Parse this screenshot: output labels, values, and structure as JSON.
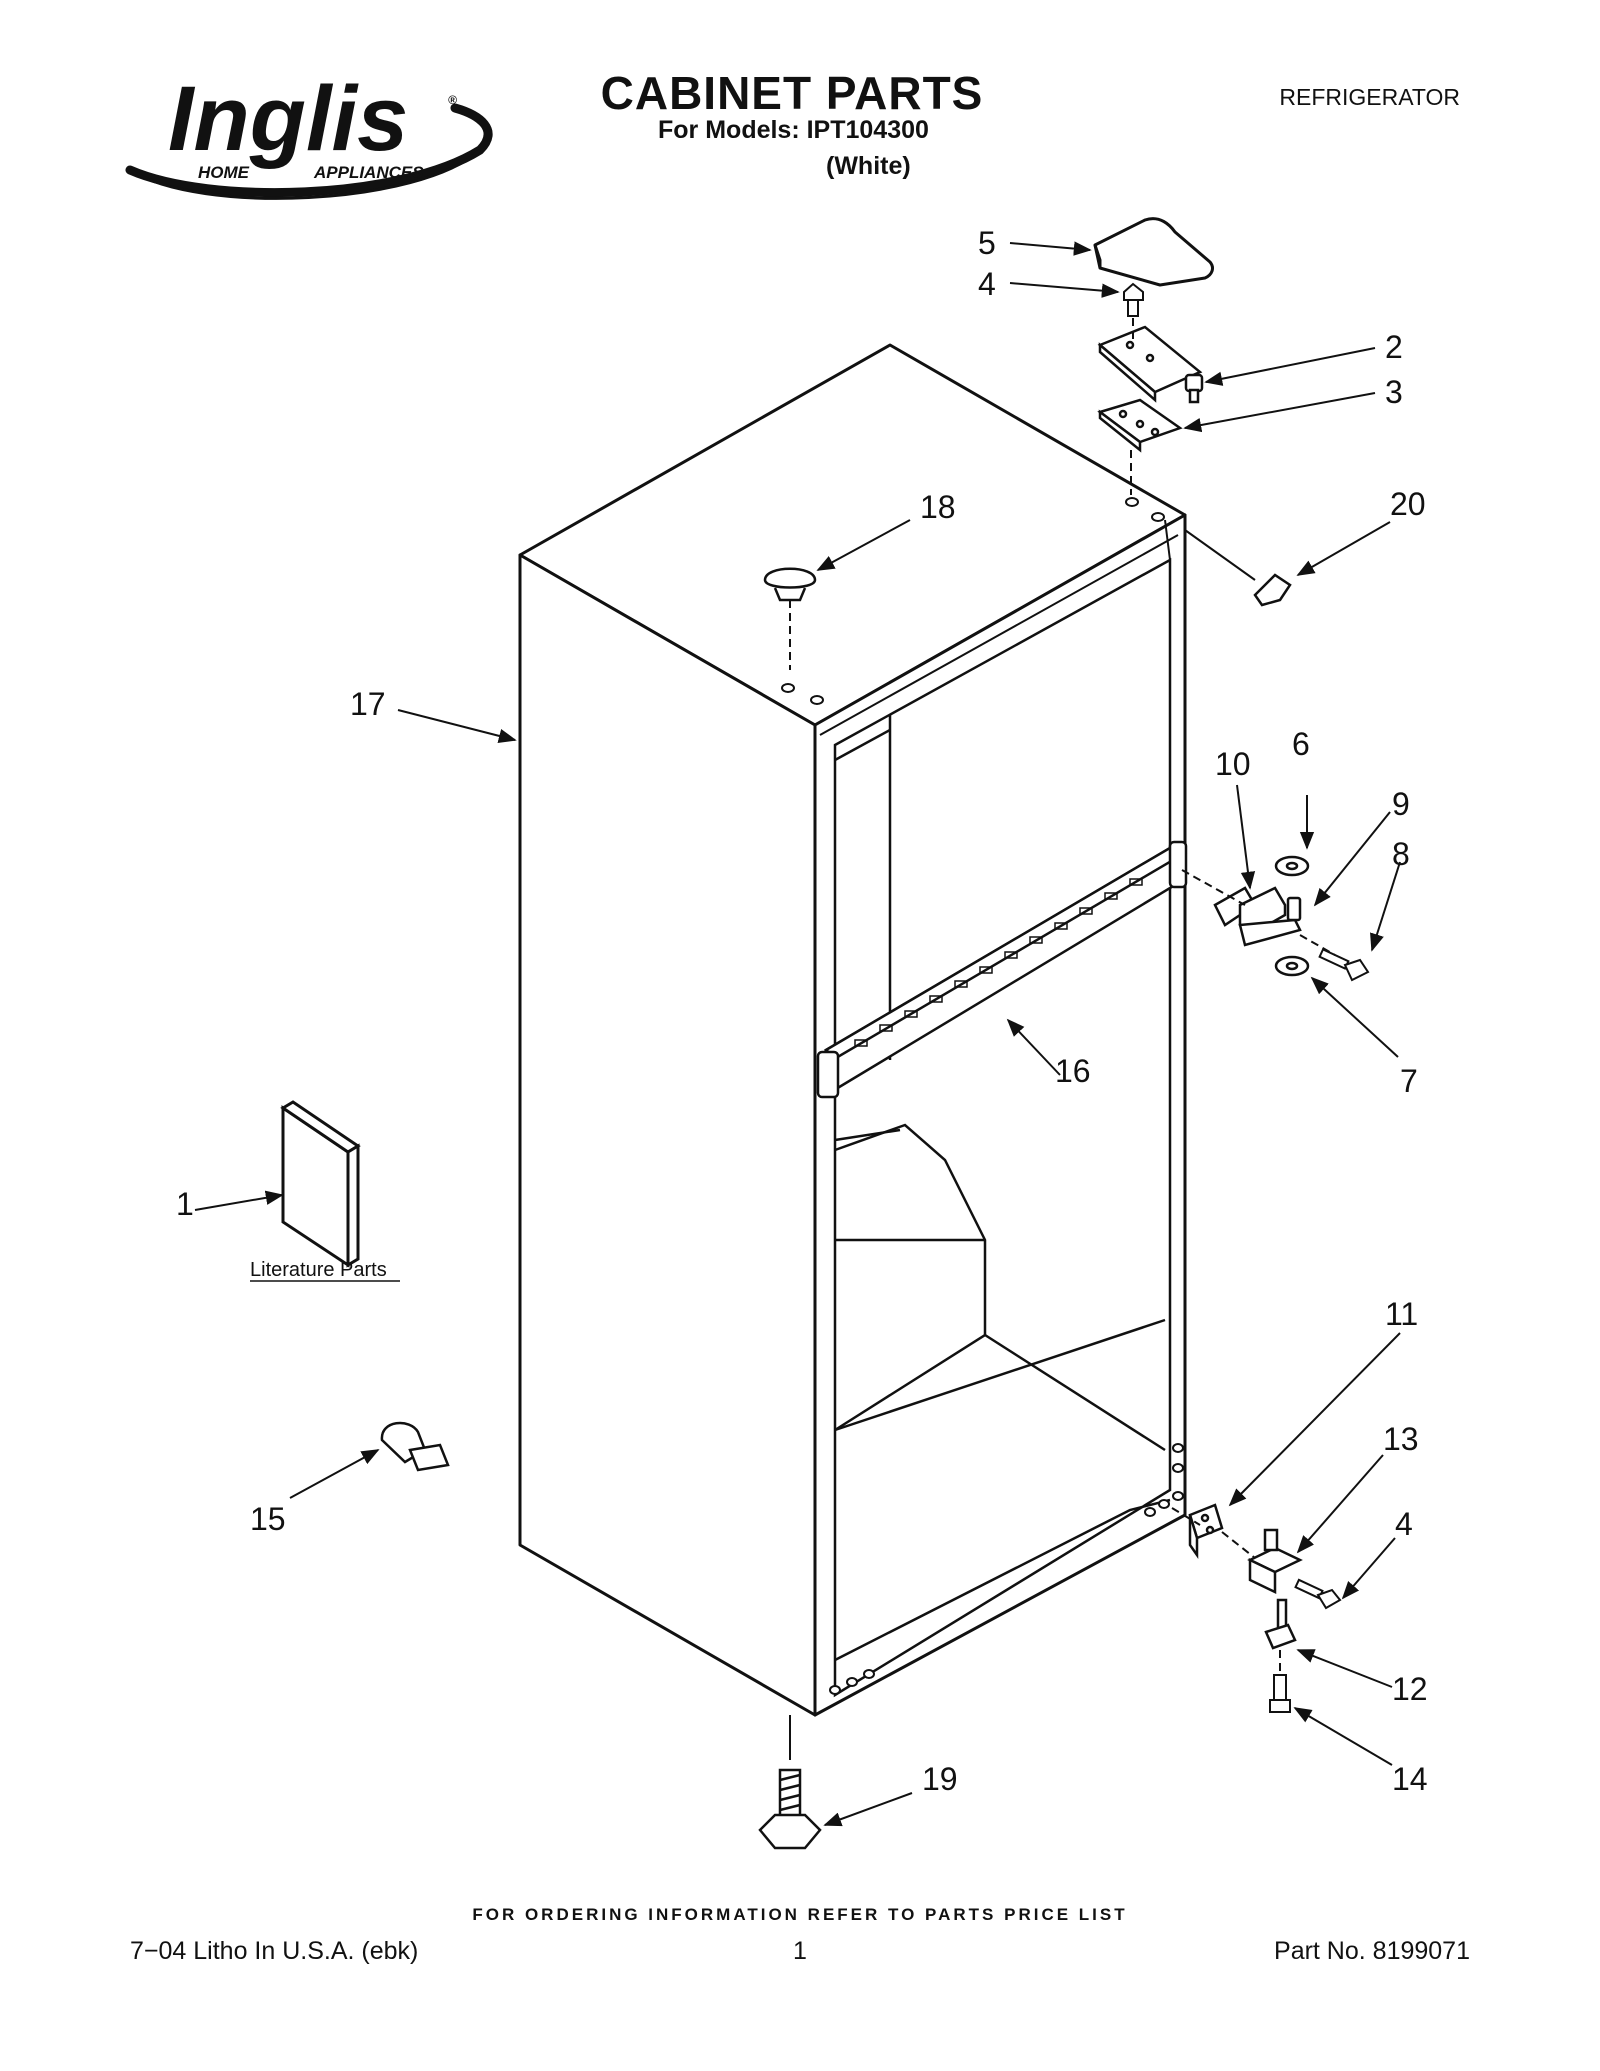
{
  "brand": {
    "name": "Inglis",
    "tagline_left": "HOME",
    "tagline_right": "APPLIANCES",
    "registered_mark": "®"
  },
  "header": {
    "title": "CABINET PARTS",
    "models": "For Models: IPT104300",
    "color": "(White)",
    "category": "REFRIGERATOR"
  },
  "callouts": {
    "c1": "1",
    "c2": "2",
    "c3": "3",
    "c4_top": "4",
    "c4_bottom": "4",
    "c5": "5",
    "c6": "6",
    "c7": "7",
    "c8": "8",
    "c9": "9",
    "c10": "10",
    "c11": "11",
    "c12": "12",
    "c13": "13",
    "c14": "14",
    "c15": "15",
    "c16": "16",
    "c17": "17",
    "c18": "18",
    "c19": "19",
    "c20": "20"
  },
  "literature_label": "Literature Parts",
  "footer": {
    "note": "FOR ORDERING INFORMATION REFER TO PARTS PRICE LIST",
    "litho": "7−04 Litho In U.S.A. (ebk)",
    "page": "1",
    "part_no": "Part No. 8199071"
  }
}
